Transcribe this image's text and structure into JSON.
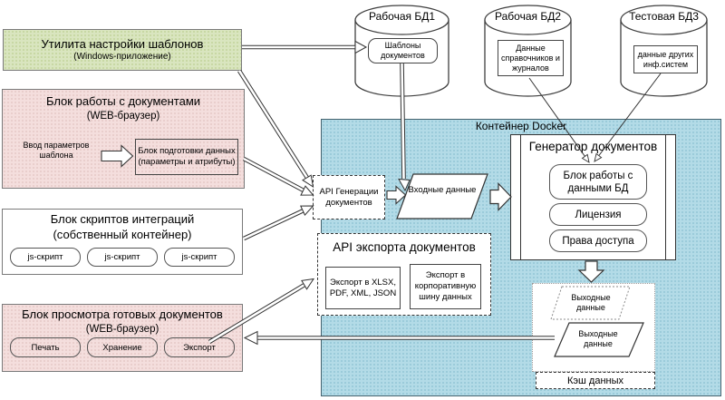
{
  "utility": {
    "title": "Утилита настройки шаблонов",
    "subtitle": "(Windows-приложение)"
  },
  "doc_block": {
    "title": "Блок работы с документами",
    "subtitle": "(WEB-браузер)",
    "param_input": "Ввод параметров шаблона",
    "prep_line1": "Блок подготовки данных",
    "prep_line2": "(параметры и атрибуты)"
  },
  "scripts_block": {
    "title": "Блок скриптов интеграций",
    "subtitle": "(собственный контейнер)",
    "scripts": [
      "js-скрипт",
      "js-скрипт",
      "js-скрипт"
    ]
  },
  "viewer_block": {
    "title": "Блок просмотра готовых документов",
    "subtitle": "(WEB-браузер)",
    "buttons": [
      "Печать",
      "Хранение",
      "Экспорт"
    ]
  },
  "databases": {
    "db1": {
      "title": "Рабочая БД1",
      "content": "Шаблоны документов"
    },
    "db2": {
      "title": "Рабочая БД2",
      "content": "Данные справочников и журналов"
    },
    "db3": {
      "title": "Тестовая БД3",
      "content": "данные других инф.систем"
    }
  },
  "docker": {
    "title": "Контейнер Docker"
  },
  "api_generation": {
    "label": "API Генерации документов"
  },
  "input_data": {
    "label": "Входные данные"
  },
  "generator": {
    "title": "Генератор документов",
    "modules": [
      "Блок работы с данными БД",
      "Лицензия",
      "Права доступа"
    ]
  },
  "api_export": {
    "title": "API экспорта документов",
    "formats": "Экспорт в XLSX, PDF, XML, JSON",
    "bus": "Экспорт в корпоративную шину данных"
  },
  "outputs": {
    "draft": "Выходные данные",
    "final": "Выходные данные",
    "cache": "Кэш данных"
  },
  "colors": {
    "green": "#d9e5bf",
    "pink": "#f4dedd",
    "docker_blue": "#b3dbe7"
  }
}
